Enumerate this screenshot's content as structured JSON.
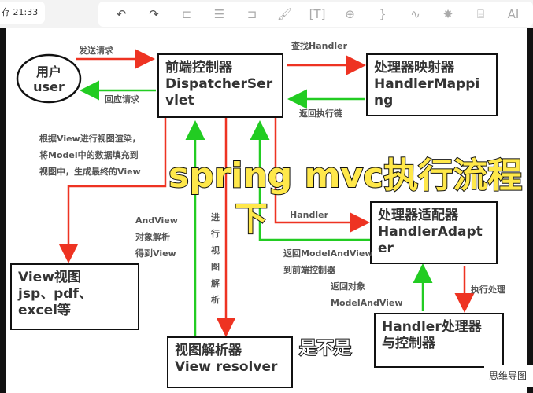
{
  "topbar": {
    "save_status": "存 21:33",
    "tools": [
      {
        "icon": "undo-icon",
        "glyph": "↶"
      },
      {
        "icon": "redo-icon",
        "glyph": "↷"
      },
      {
        "icon": "child-node-icon",
        "glyph": "⊏"
      },
      {
        "icon": "sibling-node-icon",
        "glyph": "☰"
      },
      {
        "icon": "parent-node-icon",
        "glyph": "⊐"
      },
      {
        "icon": "format-painter-icon",
        "glyph": "🖌"
      },
      {
        "icon": "text-icon",
        "glyph": "[T]"
      },
      {
        "icon": "insert-icon",
        "glyph": "⊕"
      },
      {
        "icon": "summary-icon",
        "glyph": "}"
      },
      {
        "icon": "relation-icon",
        "glyph": "∿"
      },
      {
        "icon": "style-icon",
        "glyph": "✸"
      },
      {
        "icon": "presentation-icon",
        "glyph": "⌸"
      },
      {
        "icon": "ai-icon",
        "glyph": "AI"
      }
    ]
  },
  "colors": {
    "request": "#ee3322",
    "response": "#22cc22"
  },
  "nodes": {
    "user": [
      "用户",
      "user"
    ],
    "dispatcher": [
      "前端控制器",
      "DispatcherSer",
      "vlet"
    ],
    "mapping": [
      "处理器映射器",
      "HandlerMappi",
      "ng"
    ],
    "adapter": [
      "处理器适配器",
      "HandlerAdapt",
      "er"
    ],
    "view": [
      "View视图",
      "jsp、pdf、",
      "excel等"
    ],
    "resolver": [
      "视图解析器",
      "View resolver"
    ],
    "handler": [
      "Handler处理器",
      "与控制器"
    ]
  },
  "labels": {
    "send": "发送请求",
    "reply": "回应请求",
    "find": "查找Handler",
    "return_chain": "返回执行链",
    "render": [
      "根据View进行视图渲染，",
      "将Model中的数据填充到",
      "视图中，生成最终的View"
    ],
    "resolve": [
      "AndView",
      "对象解析",
      "得到View"
    ],
    "vertical": [
      "进",
      "行",
      "视",
      "图",
      "解",
      "析"
    ],
    "handler": "Handler",
    "return_mav": [
      "返回ModelAndView",
      "到前端控制器"
    ],
    "return_obj": [
      "返回对象",
      "ModelAndView"
    ],
    "execute": "执行处理"
  },
  "caption": {
    "title": "spring mvc执行流程",
    "sub": "下",
    "subtitle": "是不是"
  },
  "corner_label": "思维导图"
}
